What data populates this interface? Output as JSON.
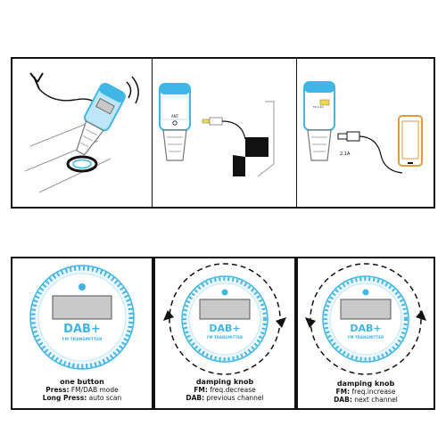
{
  "top_row": {
    "panel2": {
      "ant_label": "ANT"
    },
    "panel3": {
      "port_label": "5V 2.1A",
      "current_label": "2.1A"
    }
  },
  "bottom_row": {
    "panel1": {
      "brand": "DAB+",
      "subtitle": "FM TRANSMITTER",
      "heading": "one button",
      "line1_key": "Press:",
      "line1_val": "FM/DAB mode",
      "line2_key": "Long Press:",
      "line2_val": "auto scan"
    },
    "panel2": {
      "brand": "DAB+",
      "subtitle": "FM TRANSMITTER",
      "heading": "damping knob",
      "line1_key": "FM:",
      "line1_val": "freq.decrease",
      "line2_key": "DAB:",
      "line2_val": "previous channel"
    },
    "panel3": {
      "brand": "DAB+",
      "subtitle": "FM TRANSMITTER",
      "heading": "damping knob",
      "line1_key": "FM:",
      "line1_val": "freq.increase",
      "line2_key": "DAB:",
      "line2_val": "next channel"
    }
  },
  "colors": {
    "device_blue": "#3fb6e6",
    "device_light": "#bfe6f6",
    "outline": "#111111",
    "screen_gray": "#c9c9c9",
    "usb_yellow": "#f2d94a"
  }
}
